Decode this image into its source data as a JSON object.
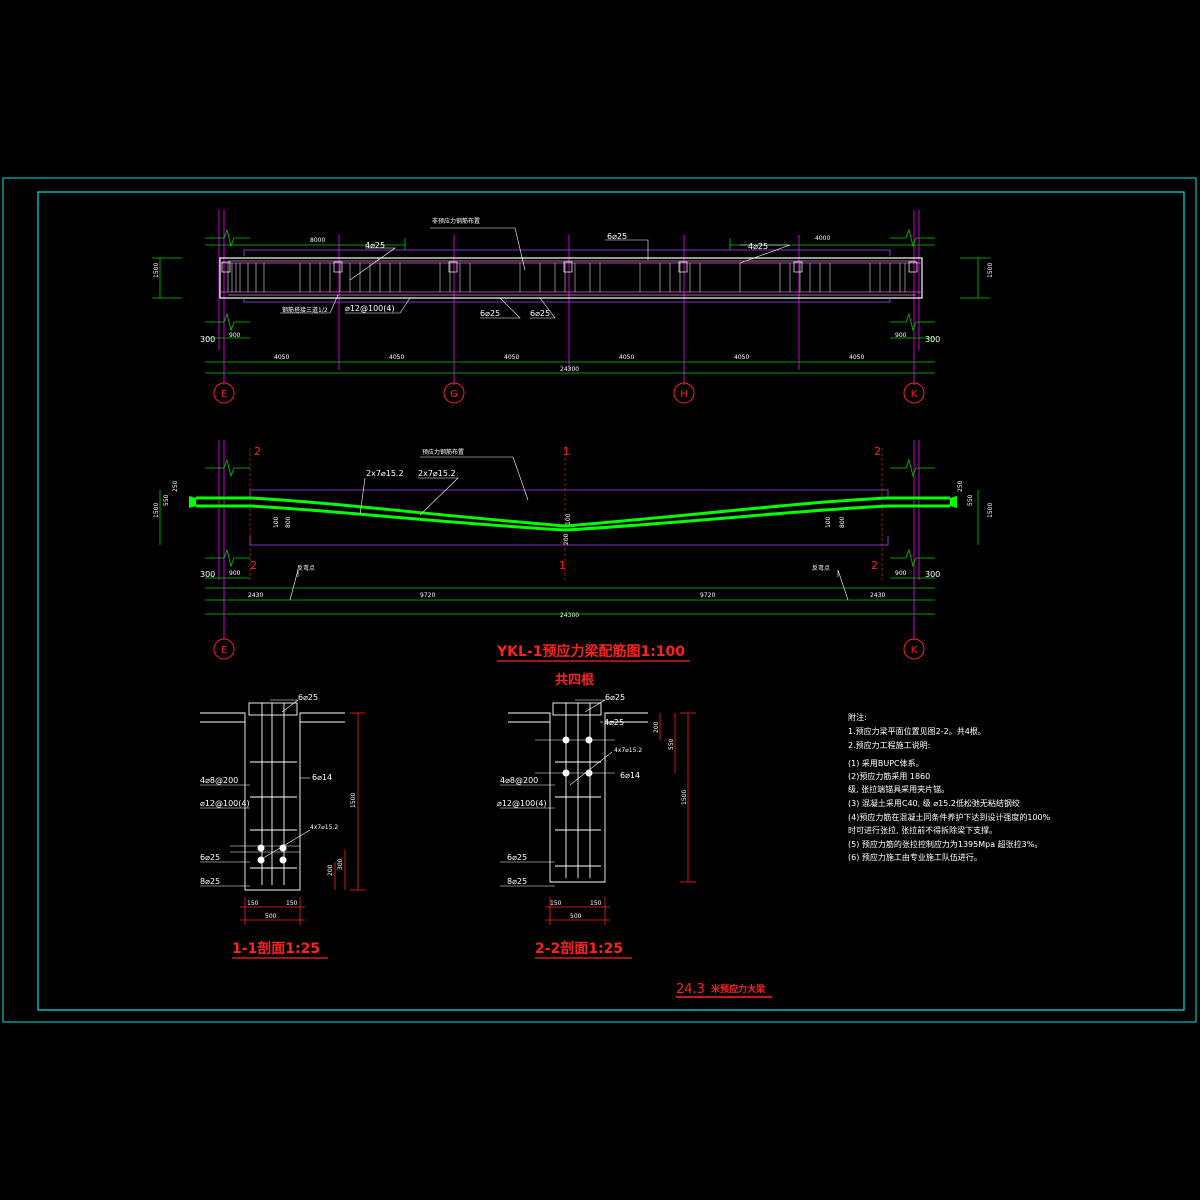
{
  "title_main": "YKL-1预应力梁配筋图1:100",
  "title_count": "共四根",
  "section_1_title": "1-1剖面1:25",
  "section_2_title": "2-2剖面1:25",
  "drawing_name_num": "24.3",
  "drawing_name_text": "米预应力大梁",
  "grid_axes": [
    "E",
    "G",
    "H",
    "K"
  ],
  "elevation": {
    "height_dim": "1500",
    "bay_dims": [
      "4050",
      "4050",
      "4050",
      "4050",
      "4050",
      "4050"
    ],
    "total_dim": "24300",
    "end_dims": [
      "300",
      "900",
      "900",
      "300"
    ],
    "zone_dims": [
      "8000",
      "4000"
    ],
    "top_bar_main": "6⌀25",
    "top_bar_end": "4⌀25",
    "stirrup": "⌀12@100(4)",
    "bottom_bars": [
      "6⌀25",
      "6⌀25"
    ],
    "label_a": "非预应力钢筋布置",
    "label_b": "钢筋搭接三道1/2"
  },
  "profile": {
    "height_dim": "1500",
    "cable_labels": [
      "2x7⌀15.2",
      "2x7⌀15.2"
    ],
    "label_c": "预应力钢筋布置",
    "left_dims": [
      "250",
      "550"
    ],
    "right_dims": [
      "250",
      "550"
    ],
    "mid_dims": [
      "200",
      "100"
    ],
    "inflect_dims": [
      "100",
      "800"
    ],
    "segment_dims": [
      "2430",
      "9720",
      "9720",
      "2430"
    ],
    "total_dim": "24300",
    "end_dims": [
      "300",
      "900",
      "900",
      "300"
    ],
    "section_marks": [
      "2",
      "1",
      "2"
    ],
    "inflection_label": "反弯点"
  },
  "section_1": {
    "top_bars": "6⌀25",
    "side_bars": "6⌀14",
    "waist_bars": "4⌀8@200",
    "stirrup": "⌀12@100(4)",
    "tendon": "4x7⌀15.2",
    "bottom_bars_1": "6⌀25",
    "bottom_bars_2": "8⌀25",
    "height_dim": "1500",
    "low_dims": [
      "300",
      "200"
    ],
    "width_dims": [
      "150",
      "150",
      "500"
    ]
  },
  "section_2": {
    "top_bars": "6⌀25",
    "top_bars_2": "4⌀25",
    "side_bars": "6⌀14",
    "waist_bars": "4⌀8@200",
    "stirrup": "⌀12@100(4)",
    "tendon": "4x7⌀15.2",
    "bottom_bars_1": "6⌀25",
    "bottom_bars_2": "8⌀25",
    "height_dim": "1500",
    "top_dims": [
      "200",
      "550"
    ],
    "width_dims": [
      "150",
      "150",
      "500"
    ]
  },
  "notes": [
    "附注:",
    "1.预应力梁平面位置见图2-2。共4根。",
    "2.预应力工程施工说明:",
    "(1) 采用BUPC体系。",
    " (2)预应力筋采用 1860",
    "级, 张拉端锚具采用夹片锚。",
    "(3) 混凝土采用C40,   级 ⌀15.2低松弛无粘结钢绞",
    " (4)预应力筋在混凝土同条件养护下达到设计强度的100%",
    "时可进行张拉, 张拉前不得拆除梁下支撑。",
    " (5) 预应力筋的张拉控制应力为1395Mpa 超张拉3%。",
    "(6) 预应力施工由专业施工队伍进行。"
  ],
  "colors": {
    "background": "#000000",
    "frame": "#00e5e5",
    "outline": "#ffffff",
    "gridline": "#ff00ff",
    "dimension": "#00cc00",
    "axis_circle": "#ff2020",
    "tendon": "#00ff00",
    "title": "#ff2020"
  }
}
